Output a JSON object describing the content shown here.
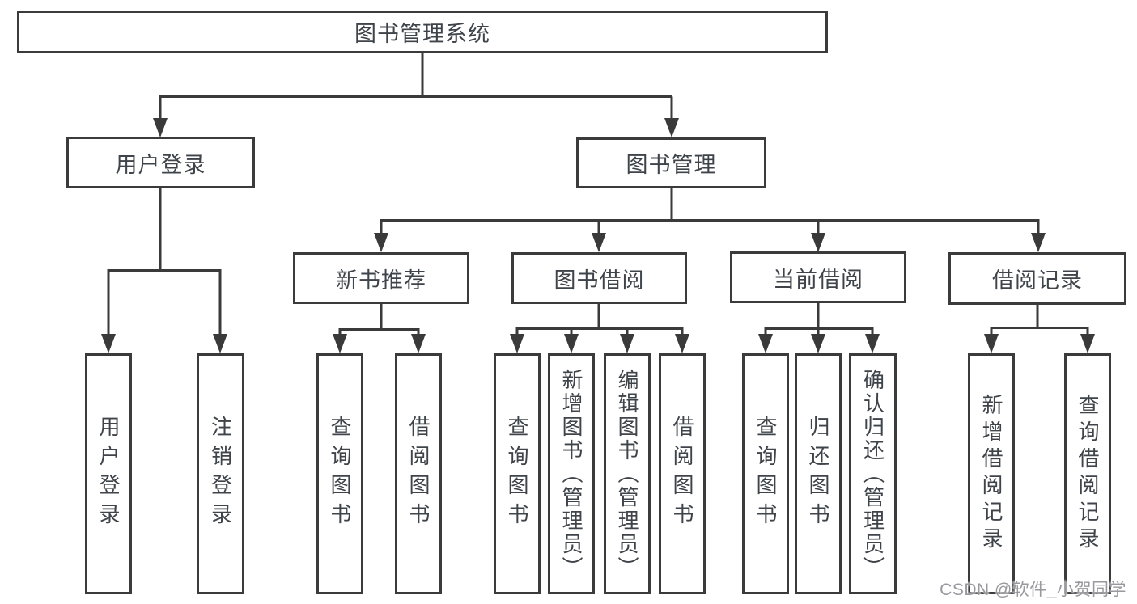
{
  "diagram": {
    "nodes": {
      "root": {
        "label": "图书管理系统"
      },
      "user_login": {
        "label": "用户登录"
      },
      "book_mgmt": {
        "label": "图书管理"
      },
      "new_book_rec": {
        "label": "新书推荐"
      },
      "book_borrow": {
        "label": "图书借阅"
      },
      "current_borrow": {
        "label": "当前借阅"
      },
      "borrow_record": {
        "label": "借阅记录"
      },
      "u1_user_login": {
        "label": "用户登录"
      },
      "u2_logout": {
        "label": "注销登录"
      },
      "n1_query_book": {
        "label": "查询图书"
      },
      "n2_borrow_book": {
        "label": "借阅图书"
      },
      "b1_query_book": {
        "label": "查询图书"
      },
      "b2_add_book": {
        "label": "新增图书（管理员）"
      },
      "b3_edit_book": {
        "label": "编辑图书（管理员）"
      },
      "b4_borrow_book": {
        "label": "借阅图书"
      },
      "c1_query_book": {
        "label": "查询图书"
      },
      "c2_return_book": {
        "label": "归还图书"
      },
      "c3_confirm_return": {
        "label": "确认归还（管理员）"
      },
      "r1_add_record": {
        "label": "新增借阅记录"
      },
      "r2_query_record": {
        "label": "查询借阅记录"
      }
    },
    "structure": {
      "root": [
        "user_login",
        "book_mgmt"
      ],
      "user_login": [
        "u1_user_login",
        "u2_logout"
      ],
      "book_mgmt": [
        "new_book_rec",
        "book_borrow",
        "current_borrow",
        "borrow_record"
      ],
      "new_book_rec": [
        "n1_query_book",
        "n2_borrow_book"
      ],
      "book_borrow": [
        "b1_query_book",
        "b2_add_book",
        "b3_edit_book",
        "b4_borrow_book"
      ],
      "current_borrow": [
        "c1_query_book",
        "c2_return_book",
        "c3_confirm_return"
      ],
      "borrow_record": [
        "r1_add_record",
        "r2_query_record"
      ]
    }
  },
  "watermark": {
    "text": "CSDN @软件_小贺同学"
  },
  "colors": {
    "line": "#3a3a3a",
    "box_border": "#3b3b3b",
    "text": "#3f444a",
    "watermark": "#98989e",
    "background": "#ffffff"
  }
}
